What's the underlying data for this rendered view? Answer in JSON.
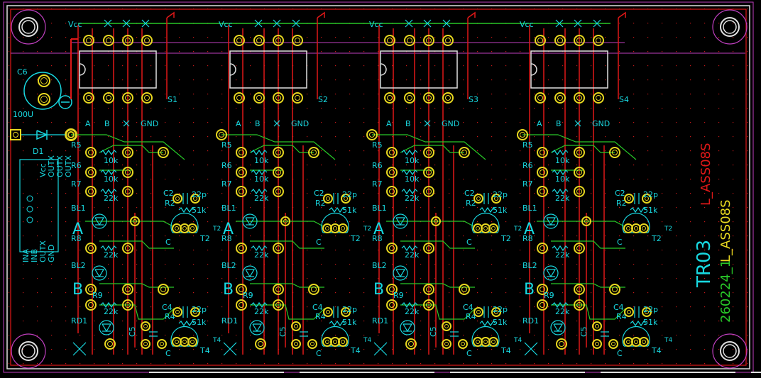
{
  "board": {
    "colors": {
      "background": "#000000",
      "outline": "#e0e0e0",
      "silk": "#18d8e0",
      "copper_top": "#e01818",
      "copper_bottom": "#28c828",
      "pad": "#e8d820",
      "mounting": "#c040c0",
      "dots": "#c01818"
    },
    "title_vertical": "TR03",
    "red_vertical": "L_ASS08S",
    "green_vertical": "260224_1",
    "yellow_vertical": "L_ASS08S",
    "c6_label": "C6",
    "c6_value": "100U",
    "d1_label": "D1",
    "connector_pins_top": [
      "Vcc",
      "OUTX",
      "OUTX",
      "OUTX"
    ],
    "connector_pins_bottom": [
      "INA",
      "INB",
      "OUTX",
      "GND"
    ]
  },
  "modules": [
    {
      "switch": "S1"
    },
    {
      "switch": "S2"
    },
    {
      "switch": "S3"
    },
    {
      "switch": "S4"
    }
  ],
  "module_text": {
    "vcc": "Vcc",
    "x": "X",
    "pin_a": "A",
    "pin_b": "B",
    "pin_x": "X",
    "gnd": "GND",
    "r5": "R5",
    "r6": "R6",
    "r7": "R7",
    "r8": "R8",
    "r9": "R9",
    "bl1": "BL1",
    "bl2": "BL2",
    "rd1": "RD1",
    "big_a": "A",
    "big_b": "B",
    "v10k": "10k",
    "v22k": "22k",
    "c2": "C2",
    "r2": "R2",
    "c4": "C4",
    "r4": "R4",
    "v22p": "22p",
    "v51k": "51k",
    "t2": "T2",
    "t4": "T4",
    "c": "C",
    "c5": "C5"
  }
}
